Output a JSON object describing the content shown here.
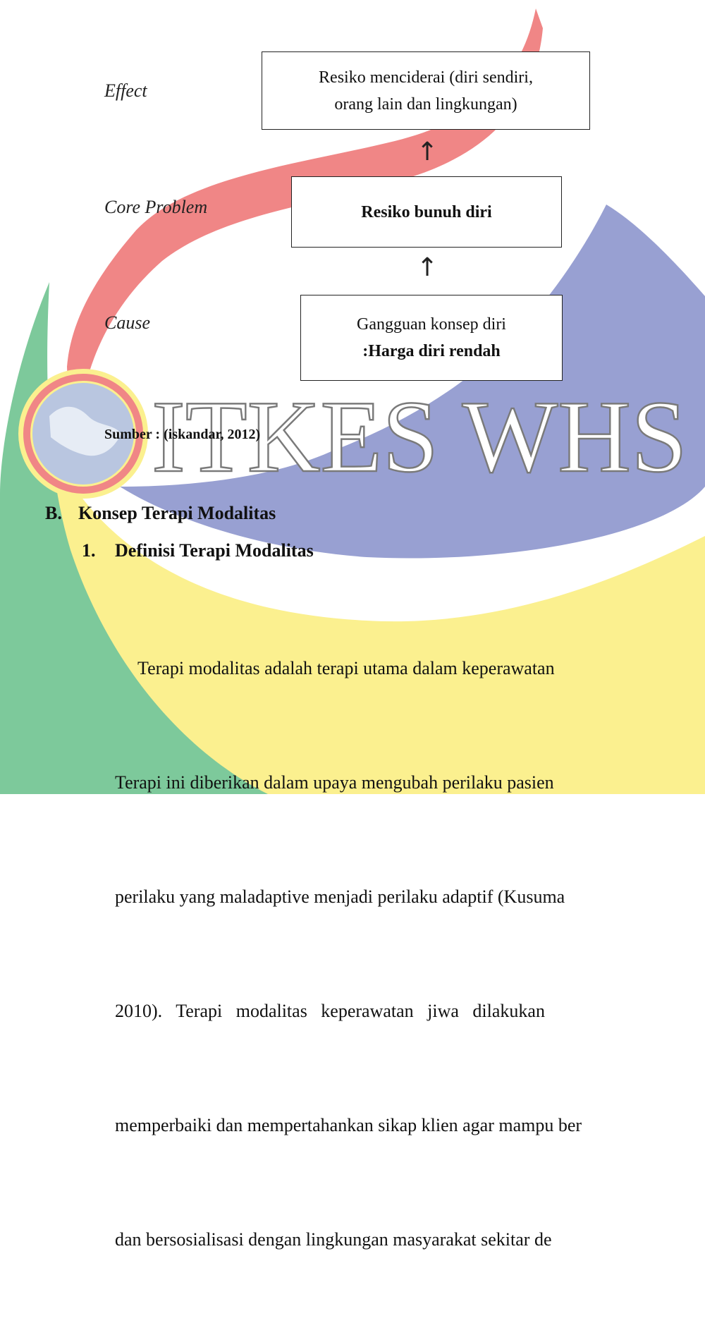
{
  "watermark": {
    "text": "ITKES WHS",
    "colors": {
      "red": "#f08686",
      "blue": "#98a0d2",
      "yellow": "#fbf08f",
      "green": "#7dc99b"
    }
  },
  "diagram": {
    "levels": [
      {
        "label": "Effect",
        "lines": [
          "Resiko menciderai (diri sendiri,",
          "orang lain dan lingkungan)"
        ]
      },
      {
        "label": "Core Problem",
        "lines": [
          "Resiko bunuh diri"
        ]
      },
      {
        "label": "Cause",
        "lines": [
          "Gangguan konsep diri",
          ":Harga diri rendah"
        ]
      }
    ],
    "arrow_glyph": "↑"
  },
  "source": "Sumber : (iskandar, 2012)",
  "section": {
    "number": "B.",
    "title": "Konsep Terapi Modalitas"
  },
  "subsection": {
    "number": "1.",
    "title": "Definisi Terapi Modalitas"
  },
  "paragraph_lines": [
    "     Terapi modalitas adalah terapi utama dalam keperawatan",
    "Terapi ini diberikan dalam upaya mengubah perilaku pasien",
    "perilaku yang maladaptive menjadi perilaku adaptif (Kusuma",
    "2010).   Terapi   modalitas   keperawatan   jiwa   dilakukan",
    "memperbaiki dan mempertahankan sikap klien agar mampu ber",
    "dan bersosialisasi dengan lingkungan masyarakat sekitar de"
  ]
}
